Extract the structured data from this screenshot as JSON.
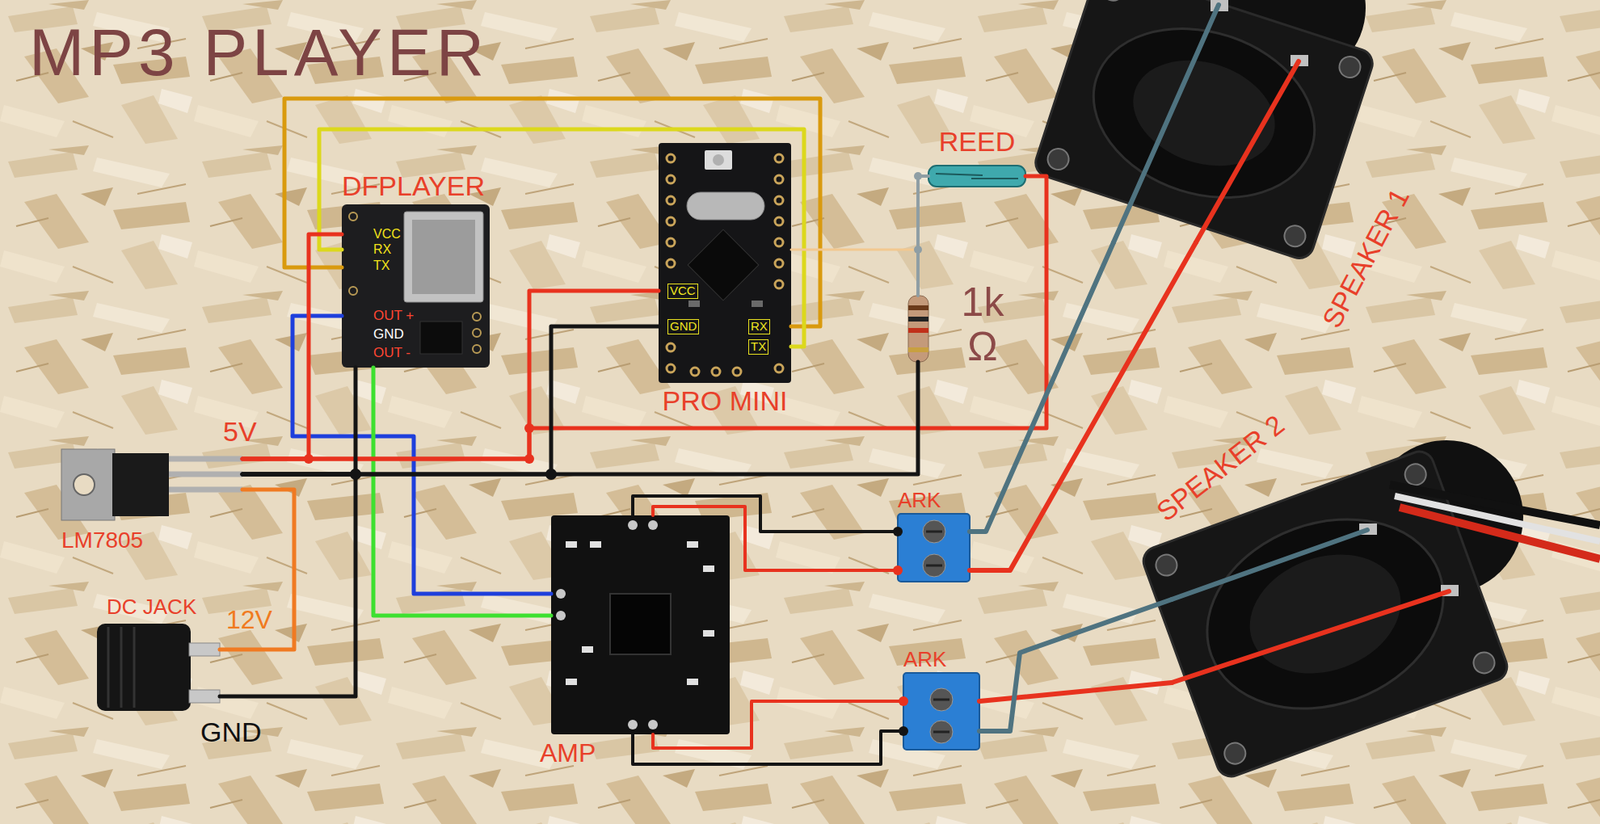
{
  "diagram": {
    "title": "MP3 PLAYER",
    "nodes": [
      {
        "text": [
          "DFPLAYER"
        ]
      },
      {
        "text": [
          "PRO MINI"
        ]
      },
      {
        "text": [
          "REED"
        ]
      },
      {
        "text": [
          "1k Ω"
        ]
      },
      {
        "text": [
          "LM7805"
        ]
      },
      {
        "text": [
          "DC JACK"
        ]
      },
      {
        "text": [
          "AMP"
        ]
      },
      {
        "text": [
          "ARK"
        ]
      },
      {
        "text": [
          "ARK"
        ]
      },
      {
        "text": [
          "SPEAKER 1"
        ]
      },
      {
        "text": [
          "SPEAKER 2"
        ]
      }
    ],
    "edges": [
      {
        "from": 0,
        "to": 1,
        "arrow": "none"
      },
      {
        "from": 0,
        "to": 1,
        "arrow": "none"
      },
      {
        "from": 0,
        "to": 6,
        "arrow": "none"
      },
      {
        "from": 0,
        "to": 6,
        "arrow": "none"
      },
      {
        "from": 4,
        "to": 0,
        "arrow": "none"
      },
      {
        "from": 4,
        "to": 1,
        "arrow": "none"
      },
      {
        "from": 4,
        "to": 2,
        "arrow": "none"
      },
      {
        "from": 4,
        "to": 0,
        "arrow": "none"
      },
      {
        "from": 4,
        "to": 1,
        "arrow": "none"
      },
      {
        "from": 4,
        "to": 3,
        "arrow": "none"
      },
      {
        "from": 5,
        "to": 4,
        "arrow": "none"
      },
      {
        "from": 5,
        "to": 4,
        "arrow": "none"
      },
      {
        "from": 1,
        "to": 2,
        "arrow": "none"
      },
      {
        "from": 2,
        "to": 3,
        "arrow": "none"
      },
      {
        "from": 6,
        "to": 7,
        "arrow": "none"
      },
      {
        "from": 6,
        "to": 7,
        "arrow": "none"
      },
      {
        "from": 6,
        "to": 8,
        "arrow": "none"
      },
      {
        "from": 6,
        "to": 8,
        "arrow": "none"
      },
      {
        "from": 7,
        "to": 9,
        "arrow": "none"
      },
      {
        "from": 7,
        "to": 9,
        "arrow": "none"
      },
      {
        "from": 8,
        "to": 10,
        "arrow": "none"
      },
      {
        "from": 8,
        "to": 10,
        "arrow": "none"
      }
    ],
    "labels": [
      "VCC",
      "RX",
      "TX",
      "OUT +",
      "GND",
      "OUT -",
      "VCC",
      "GND",
      "RX",
      "TX",
      "5V",
      "12V",
      "GND"
    ]
  }
}
